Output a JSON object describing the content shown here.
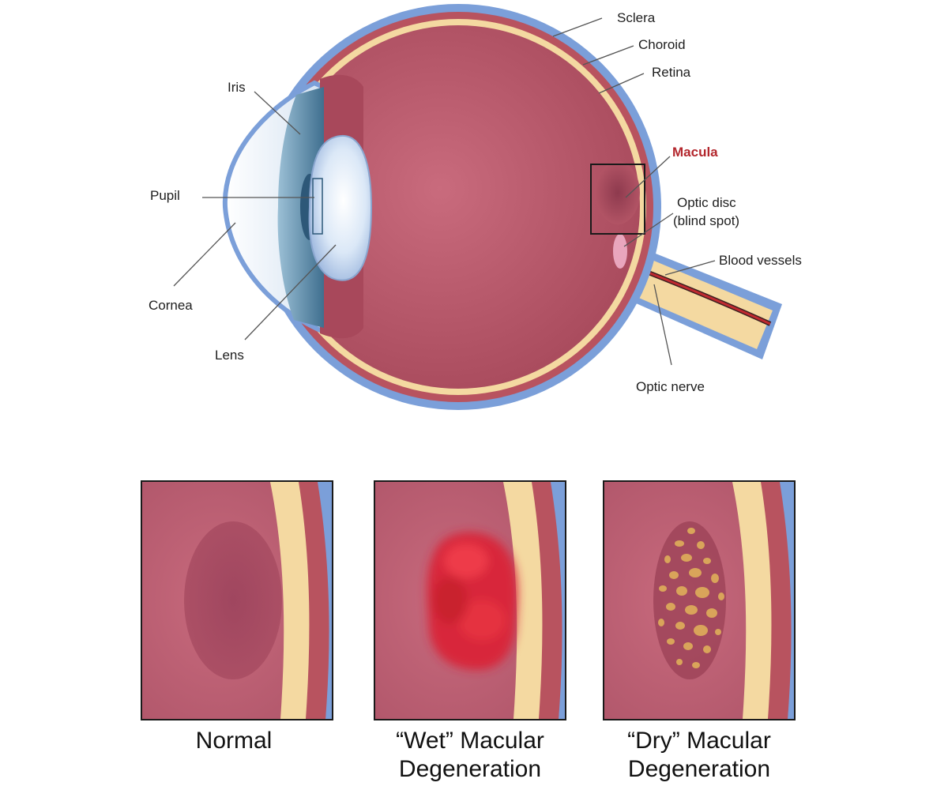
{
  "labels": {
    "sclera": "Sclera",
    "choroid": "Choroid",
    "retina": "Retina",
    "iris": "Iris",
    "macula": "Macula",
    "pupil": "Pupil",
    "optic_disc": "Optic disc",
    "blind_spot": "(blind spot)",
    "blood_vessels": "Blood vessels",
    "cornea": "Cornea",
    "lens": "Lens",
    "optic_nerve": "Optic nerve"
  },
  "panels": [
    {
      "caption_line1": "Normal",
      "caption_line2": ""
    },
    {
      "caption_line1": "“Wet” Macular",
      "caption_line2": "Degeneration"
    },
    {
      "caption_line1": "“Dry” Macular",
      "caption_line2": "Degeneration"
    }
  ],
  "colors": {
    "sclera": "#7b9fd9",
    "choroid": "#b8535f",
    "retina": "#f4d9a1",
    "vitreous": "#b25465",
    "macula_label": "#b3262c",
    "wet_lesion": "#e02c36",
    "dry_drusen": "#d9a45a"
  }
}
